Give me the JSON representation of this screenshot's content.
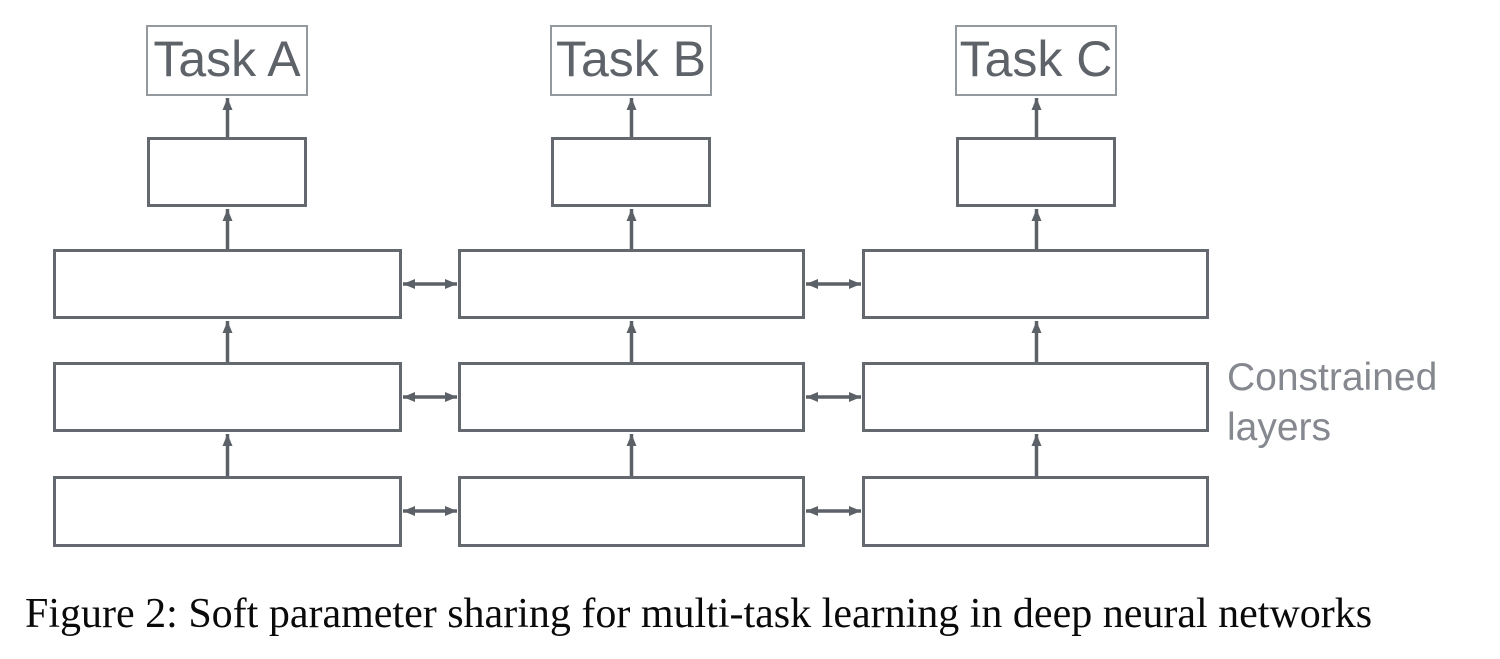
{
  "figure": {
    "tasks": [
      {
        "label": "Task A"
      },
      {
        "label": "Task B"
      },
      {
        "label": "Task C"
      }
    ],
    "side_label": {
      "line1": "Constrained",
      "line2": "layers"
    },
    "caption": "Figure 2: Soft parameter sharing for multi-task learning in deep neural networks",
    "icons": {
      "up_arrow": "upward feed-forward arrow",
      "share_arrow": "horizontal double-headed sharing arrow"
    },
    "colors": {
      "background": "#ffffff",
      "box_border": "#64696f",
      "task_border": "#94999e",
      "task_text": "#5e6369",
      "side_text": "#85898f",
      "arrow": "#5c6167",
      "caption_text": "#0a0a0a"
    }
  }
}
